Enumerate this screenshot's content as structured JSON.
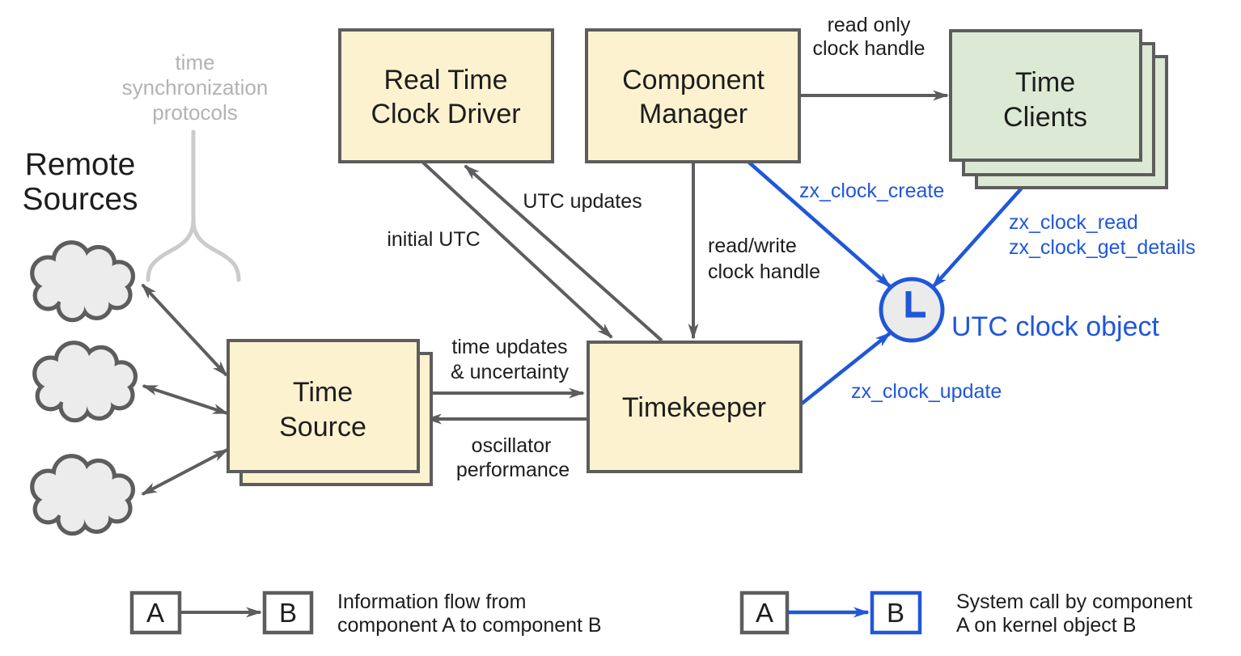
{
  "colors": {
    "accent_blue": "#2057d9",
    "arrow_gray": "#5d5d5d",
    "component_fill": "#fcf2cf",
    "client_fill": "#dce9d4",
    "cloud_fill": "#ececec",
    "muted_text": "#b3b3b3"
  },
  "nodes": {
    "remote_sources": {
      "line1": "Remote",
      "line2": "Sources"
    },
    "protocols_note": {
      "line1": "time",
      "line2": "synchronization",
      "line3": "protocols"
    },
    "rtc_driver": {
      "line1": "Real Time",
      "line2": "Clock Driver"
    },
    "component_manager": {
      "line1": "Component",
      "line2": "Manager"
    },
    "time_clients": {
      "line1": "Time",
      "line2": "Clients"
    },
    "time_source": {
      "line1": "Time",
      "line2": "Source"
    },
    "timekeeper": {
      "label": "Timekeeper"
    },
    "utc_clock": {
      "label": "UTC clock object"
    }
  },
  "edges": {
    "read_only": {
      "line1": "read only",
      "line2": "clock handle"
    },
    "utc_updates": "UTC updates",
    "initial_utc": "initial UTC",
    "read_write": {
      "line1": "read/write",
      "line2": "clock handle"
    },
    "time_updates": {
      "line1": "time updates",
      "line2": "& uncertainty"
    },
    "oscillator": {
      "line1": "oscillator",
      "line2": "performance"
    },
    "zx_clock_create": "zx_clock_create",
    "zx_clock_read": "zx_clock_read",
    "zx_clock_get_details": "zx_clock_get_details",
    "zx_clock_update": "zx_clock_update"
  },
  "legend": {
    "flow": {
      "a": "A",
      "b": "B",
      "line1": "Information flow from",
      "line2": "component A to component B"
    },
    "syscall": {
      "a": "A",
      "b": "B",
      "line1": "System call by component",
      "line2": "A on kernel object B"
    }
  }
}
